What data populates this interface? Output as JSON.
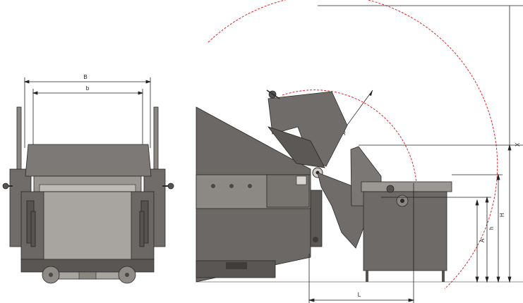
{
  "dimensions": {
    "B": "B",
    "b": "b",
    "R": "R",
    "X": "X",
    "H": "H",
    "h": "h",
    "A": "A",
    "L": "L"
  },
  "colors": {
    "machine_dark": "#5e5b58",
    "machine_mid": "#7a7774",
    "machine_light": "#a3a09c",
    "panel_light": "#bdbab6",
    "outline": "#2a2826",
    "swing_arc": "#e0262b",
    "dimension_line": "#222222"
  },
  "icons": [
    "handwheel-icon",
    "caster-wheel-icon",
    "pivot-icon"
  ]
}
